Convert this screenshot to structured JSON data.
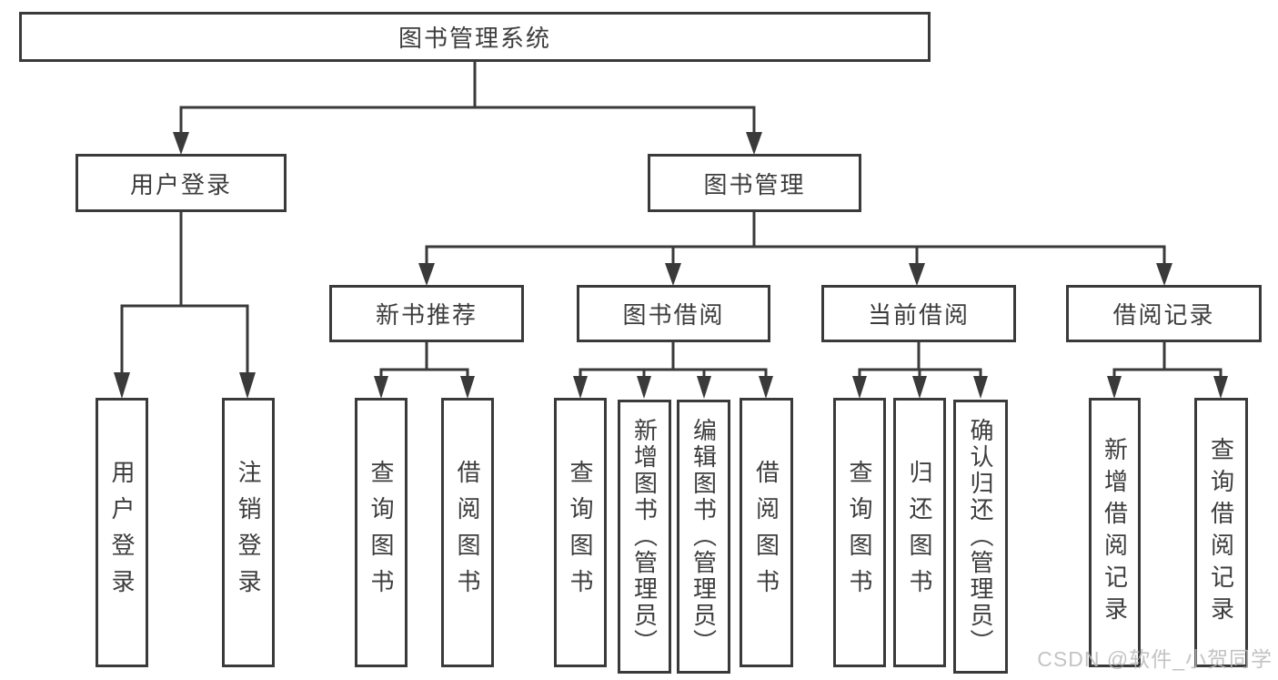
{
  "colors": {
    "background": "#ffffff",
    "line": "#3a3a3a",
    "box_border": "#3a3a3a",
    "text": "#3d3d3d",
    "watermark": "#b9b9b9"
  },
  "diagram": {
    "type": "hierarchy-tree",
    "root": {
      "label": "图书管理系统"
    },
    "level2": [
      {
        "id": "user-login",
        "label": "用户登录"
      },
      {
        "id": "book-management",
        "label": "图书管理"
      }
    ],
    "level3": [
      {
        "id": "new-book-recommend",
        "parent": "book-management",
        "label": "新书推荐"
      },
      {
        "id": "book-borrowing",
        "parent": "book-management",
        "label": "图书借阅"
      },
      {
        "id": "current-borrowing",
        "parent": "book-management",
        "label": "当前借阅"
      },
      {
        "id": "borrowing-records",
        "parent": "book-management",
        "label": "借阅记录"
      }
    ],
    "leaves": [
      {
        "parent": "user-login",
        "label": "用户登录"
      },
      {
        "parent": "user-login",
        "label": "注销登录"
      },
      {
        "parent": "new-book-recommend",
        "label": "查询图书"
      },
      {
        "parent": "new-book-recommend",
        "label": "借阅图书"
      },
      {
        "parent": "book-borrowing",
        "label": "查询图书"
      },
      {
        "parent": "book-borrowing",
        "label": "新增图书（管理员）"
      },
      {
        "parent": "book-borrowing",
        "label": "编辑图书（管理员）"
      },
      {
        "parent": "book-borrowing",
        "label": "借阅图书"
      },
      {
        "parent": "current-borrowing",
        "label": "查询图书"
      },
      {
        "parent": "current-borrowing",
        "label": "归还图书"
      },
      {
        "parent": "current-borrowing",
        "label": "确认归还（管理员）"
      },
      {
        "parent": "borrowing-records",
        "label": "新增借阅记录"
      },
      {
        "parent": "borrowing-records",
        "label": "查询借阅记录"
      }
    ]
  },
  "watermark": "CSDN @软件_小贺同学"
}
